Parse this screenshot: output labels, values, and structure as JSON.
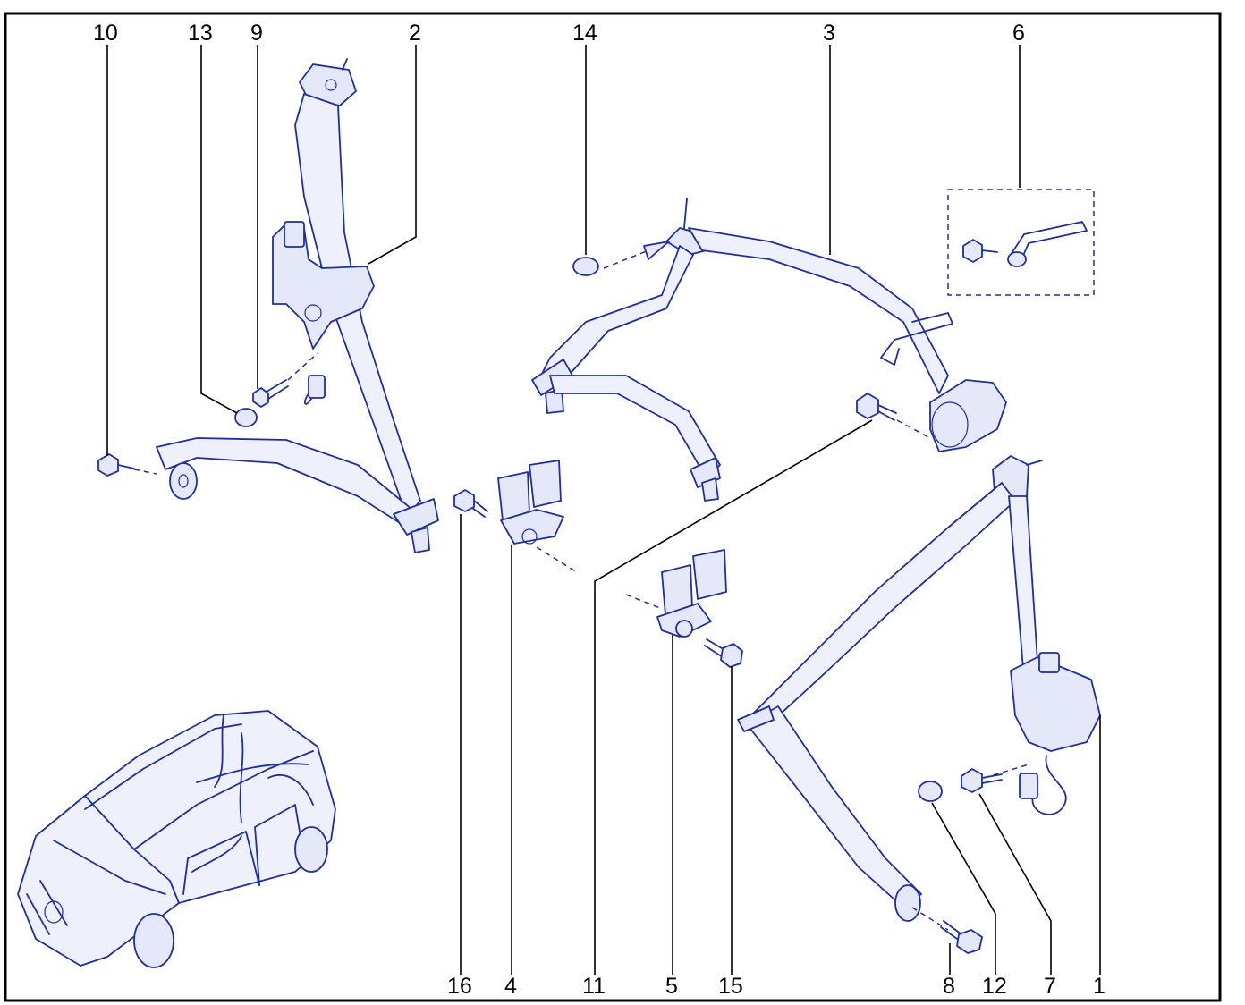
{
  "callouts": [
    {
      "id": "c10",
      "label": "10"
    },
    {
      "id": "c13",
      "label": "13"
    },
    {
      "id": "c9",
      "label": "9"
    },
    {
      "id": "c2",
      "label": "2"
    },
    {
      "id": "c14",
      "label": "14"
    },
    {
      "id": "c3",
      "label": "3"
    },
    {
      "id": "c6",
      "label": "6"
    },
    {
      "id": "c16",
      "label": "16"
    },
    {
      "id": "c4",
      "label": "4"
    },
    {
      "id": "c11",
      "label": "11"
    },
    {
      "id": "c5",
      "label": "5"
    },
    {
      "id": "c15",
      "label": "15"
    },
    {
      "id": "c8",
      "label": "8"
    },
    {
      "id": "c12",
      "label": "12"
    },
    {
      "id": "c7",
      "label": "7"
    },
    {
      "id": "c1",
      "label": "1"
    }
  ],
  "colors": {
    "line": "#1f2f9e",
    "fill": "#eef0fb",
    "leader": "#000000",
    "frame": "#000000"
  }
}
